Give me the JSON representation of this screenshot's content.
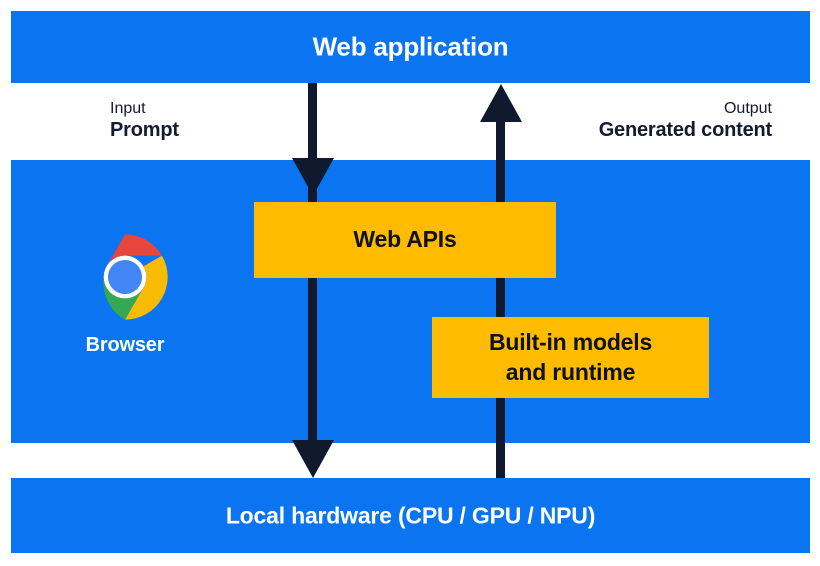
{
  "diagram": {
    "title": "Web application",
    "layers": {
      "top": {
        "label": "Web application"
      },
      "middle": {
        "browser": {
          "icon": "chrome-logo-icon",
          "label": "Browser"
        },
        "boxes": [
          {
            "id": "web-apis",
            "label": "Web APIs"
          },
          {
            "id": "built-in-models",
            "label": "Built-in models\nand runtime",
            "line1": "Built-in models",
            "line2": "and runtime"
          }
        ]
      },
      "bottom": {
        "label": "Local hardware (CPU / GPU / NPU)"
      }
    },
    "flows": [
      {
        "id": "input-flow",
        "direction": "down",
        "kicker": "Input",
        "label": "Prompt"
      },
      {
        "id": "output-flow",
        "direction": "up",
        "kicker": "Output",
        "label": "Generated content"
      }
    ],
    "colors": {
      "panel_blue": "#0B74F0",
      "box_yellow": "#FFBB00",
      "arrow_navy": "#101A2E",
      "text_white": "#FFFFFF",
      "text_dark": "#141B2E",
      "chrome_red": "#E8453C",
      "chrome_yellow": "#FABB05",
      "chrome_green": "#34A853",
      "chrome_blue": "#4285F4"
    }
  }
}
